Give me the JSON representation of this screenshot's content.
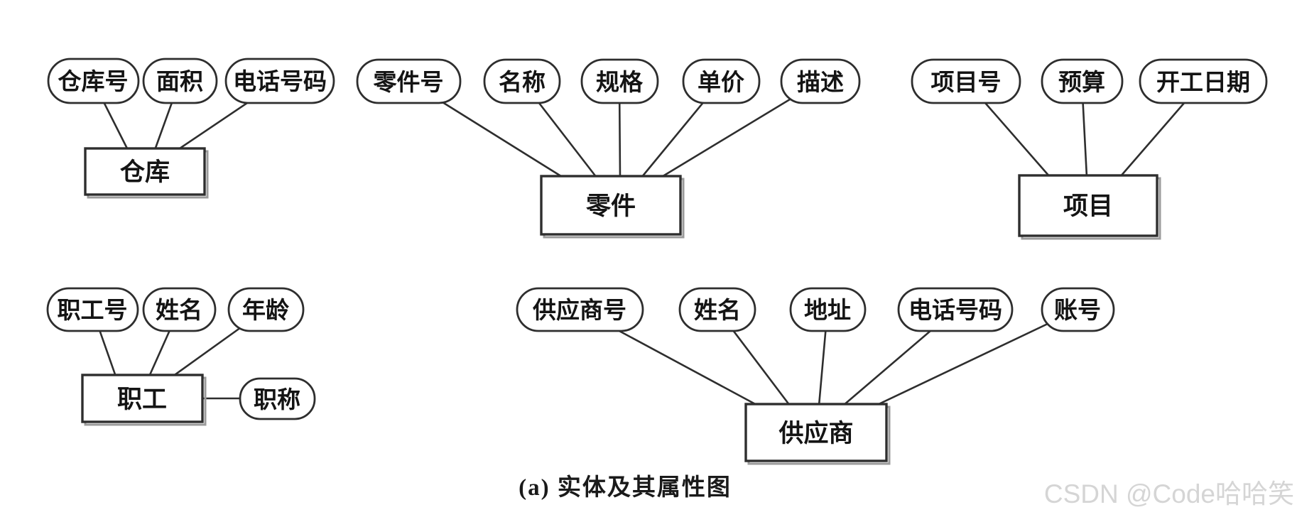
{
  "diagram": {
    "type": "er-entity-attribute-diagram",
    "caption": "(a)  实体及其属性图",
    "watermark": "CSDN @Code哈哈笑",
    "colors": {
      "line": "#2e2e2e",
      "text": "#141414",
      "background": "#ffffff",
      "watermark": "#d5d5d5"
    },
    "entities": [
      {
        "label": "仓库",
        "attributes": [
          "仓库号",
          "面积",
          "电话号码"
        ]
      },
      {
        "label": "零件",
        "attributes": [
          "零件号",
          "名称",
          "规格",
          "单价",
          "描述"
        ]
      },
      {
        "label": "项目",
        "attributes": [
          "项目号",
          "预算",
          "开工日期"
        ]
      },
      {
        "label": "职工",
        "attributes": [
          "职工号",
          "姓名",
          "年龄",
          "职称"
        ]
      },
      {
        "label": "供应商",
        "attributes": [
          "供应商号",
          "姓名",
          "地址",
          "电话号码",
          "账号"
        ]
      }
    ]
  }
}
